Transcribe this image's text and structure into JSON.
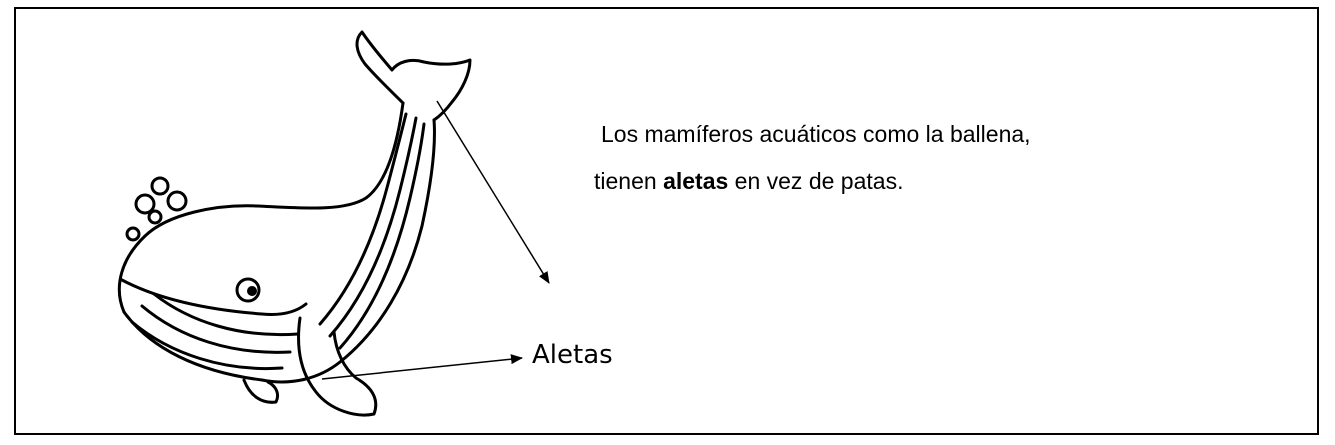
{
  "caption": {
    "line1": "Los mamíferos acuáticos como la ballena,",
    "line2_before": "tienen ",
    "line2_bold": "aletas",
    "line2_after": " en vez de patas."
  },
  "label": {
    "text": "Aletas"
  },
  "illustration": {
    "subject": "whale-line-drawing",
    "stroke_color": "#000000",
    "fill_color": "#ffffff"
  }
}
